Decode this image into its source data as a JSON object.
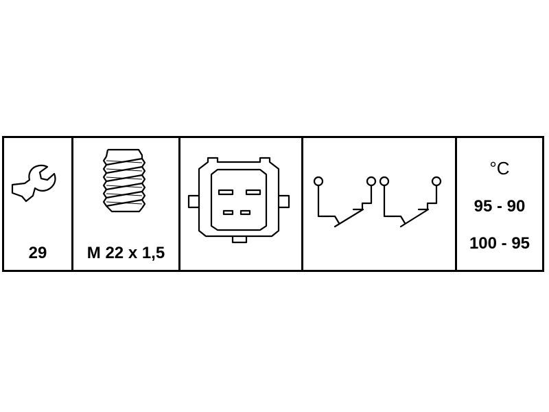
{
  "wrench": {
    "icon": "wrench-icon",
    "size": "29"
  },
  "thread": {
    "icon": "thread-icon",
    "spec": "M 22 x 1,5"
  },
  "connector": {
    "icon": "connector-icon"
  },
  "circuit": {
    "icon": "switch-circuit-icon"
  },
  "temperature": {
    "unit": "°C",
    "ranges": [
      "95 - 90",
      "100 - 95"
    ]
  }
}
